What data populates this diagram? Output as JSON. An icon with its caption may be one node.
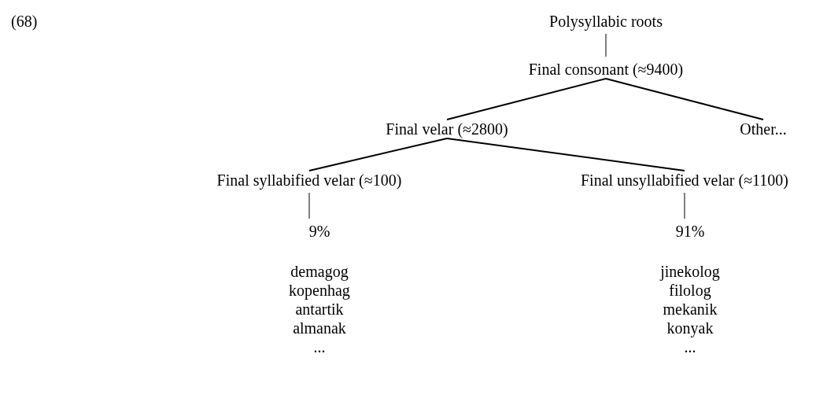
{
  "diagram": {
    "nodes": [
      {
        "text": [
          "Polysyllabic roots"
        ]
      },
      {
        "text": [
          "Final consonant (≈9400)"
        ]
      },
      {
        "text": [
          "Final velar (≈2800)"
        ]
      },
      {
        "text": [
          "Other..."
        ]
      },
      {
        "text": [
          "Final syllabified velar (≈100)"
        ]
      },
      {
        "text": [
          "Final unsyllabified velar (≈1100)"
        ]
      },
      {
        "text": [
          "9%"
        ]
      },
      {
        "text": [
          "91%"
        ]
      }
    ],
    "edges": [
      {
        "from": 0,
        "to": 1,
        "arrow": "none"
      },
      {
        "from": 1,
        "to": 2,
        "arrow": "none"
      },
      {
        "from": 1,
        "to": 3,
        "arrow": "none"
      },
      {
        "from": 2,
        "to": 4,
        "arrow": "none"
      },
      {
        "from": 2,
        "to": 5,
        "arrow": "none"
      },
      {
        "from": 4,
        "to": 6,
        "arrow": "none"
      },
      {
        "from": 5,
        "to": 7,
        "arrow": "none"
      }
    ],
    "labels": [
      "(68)",
      "demagog",
      "jinekolog",
      "kopenhag",
      "filolog",
      "antartik",
      "mekanik",
      "almanak",
      "konyak",
      "...",
      "..."
    ]
  }
}
